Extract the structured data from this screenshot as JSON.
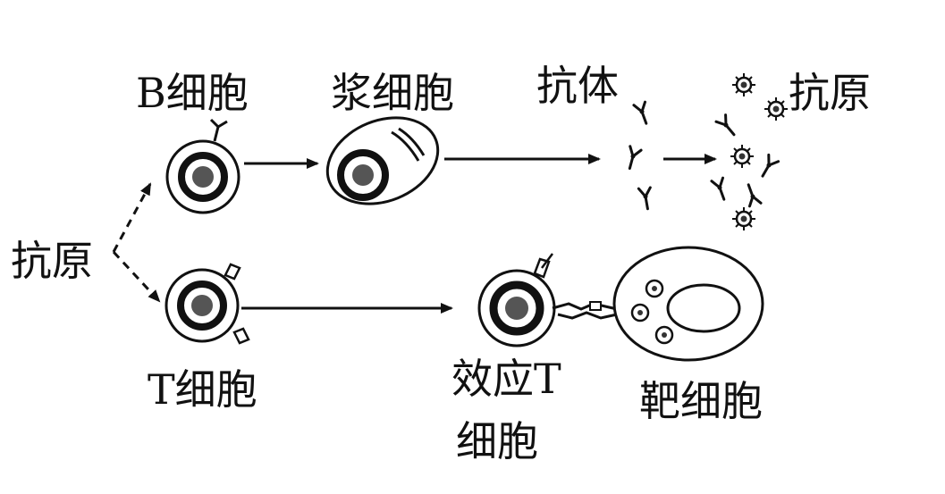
{
  "labels": {
    "antigen_left": "抗原",
    "b_cell": "B细胞",
    "plasma_cell": "浆细胞",
    "antibody": "抗体",
    "antigen_right": "抗原",
    "t_cell": "T细胞",
    "effector_t_line1": "效应T",
    "effector_t_line2": "细胞",
    "target_cell": "靶细胞"
  },
  "colors": {
    "ink": "#111111",
    "background": "#ffffff"
  }
}
